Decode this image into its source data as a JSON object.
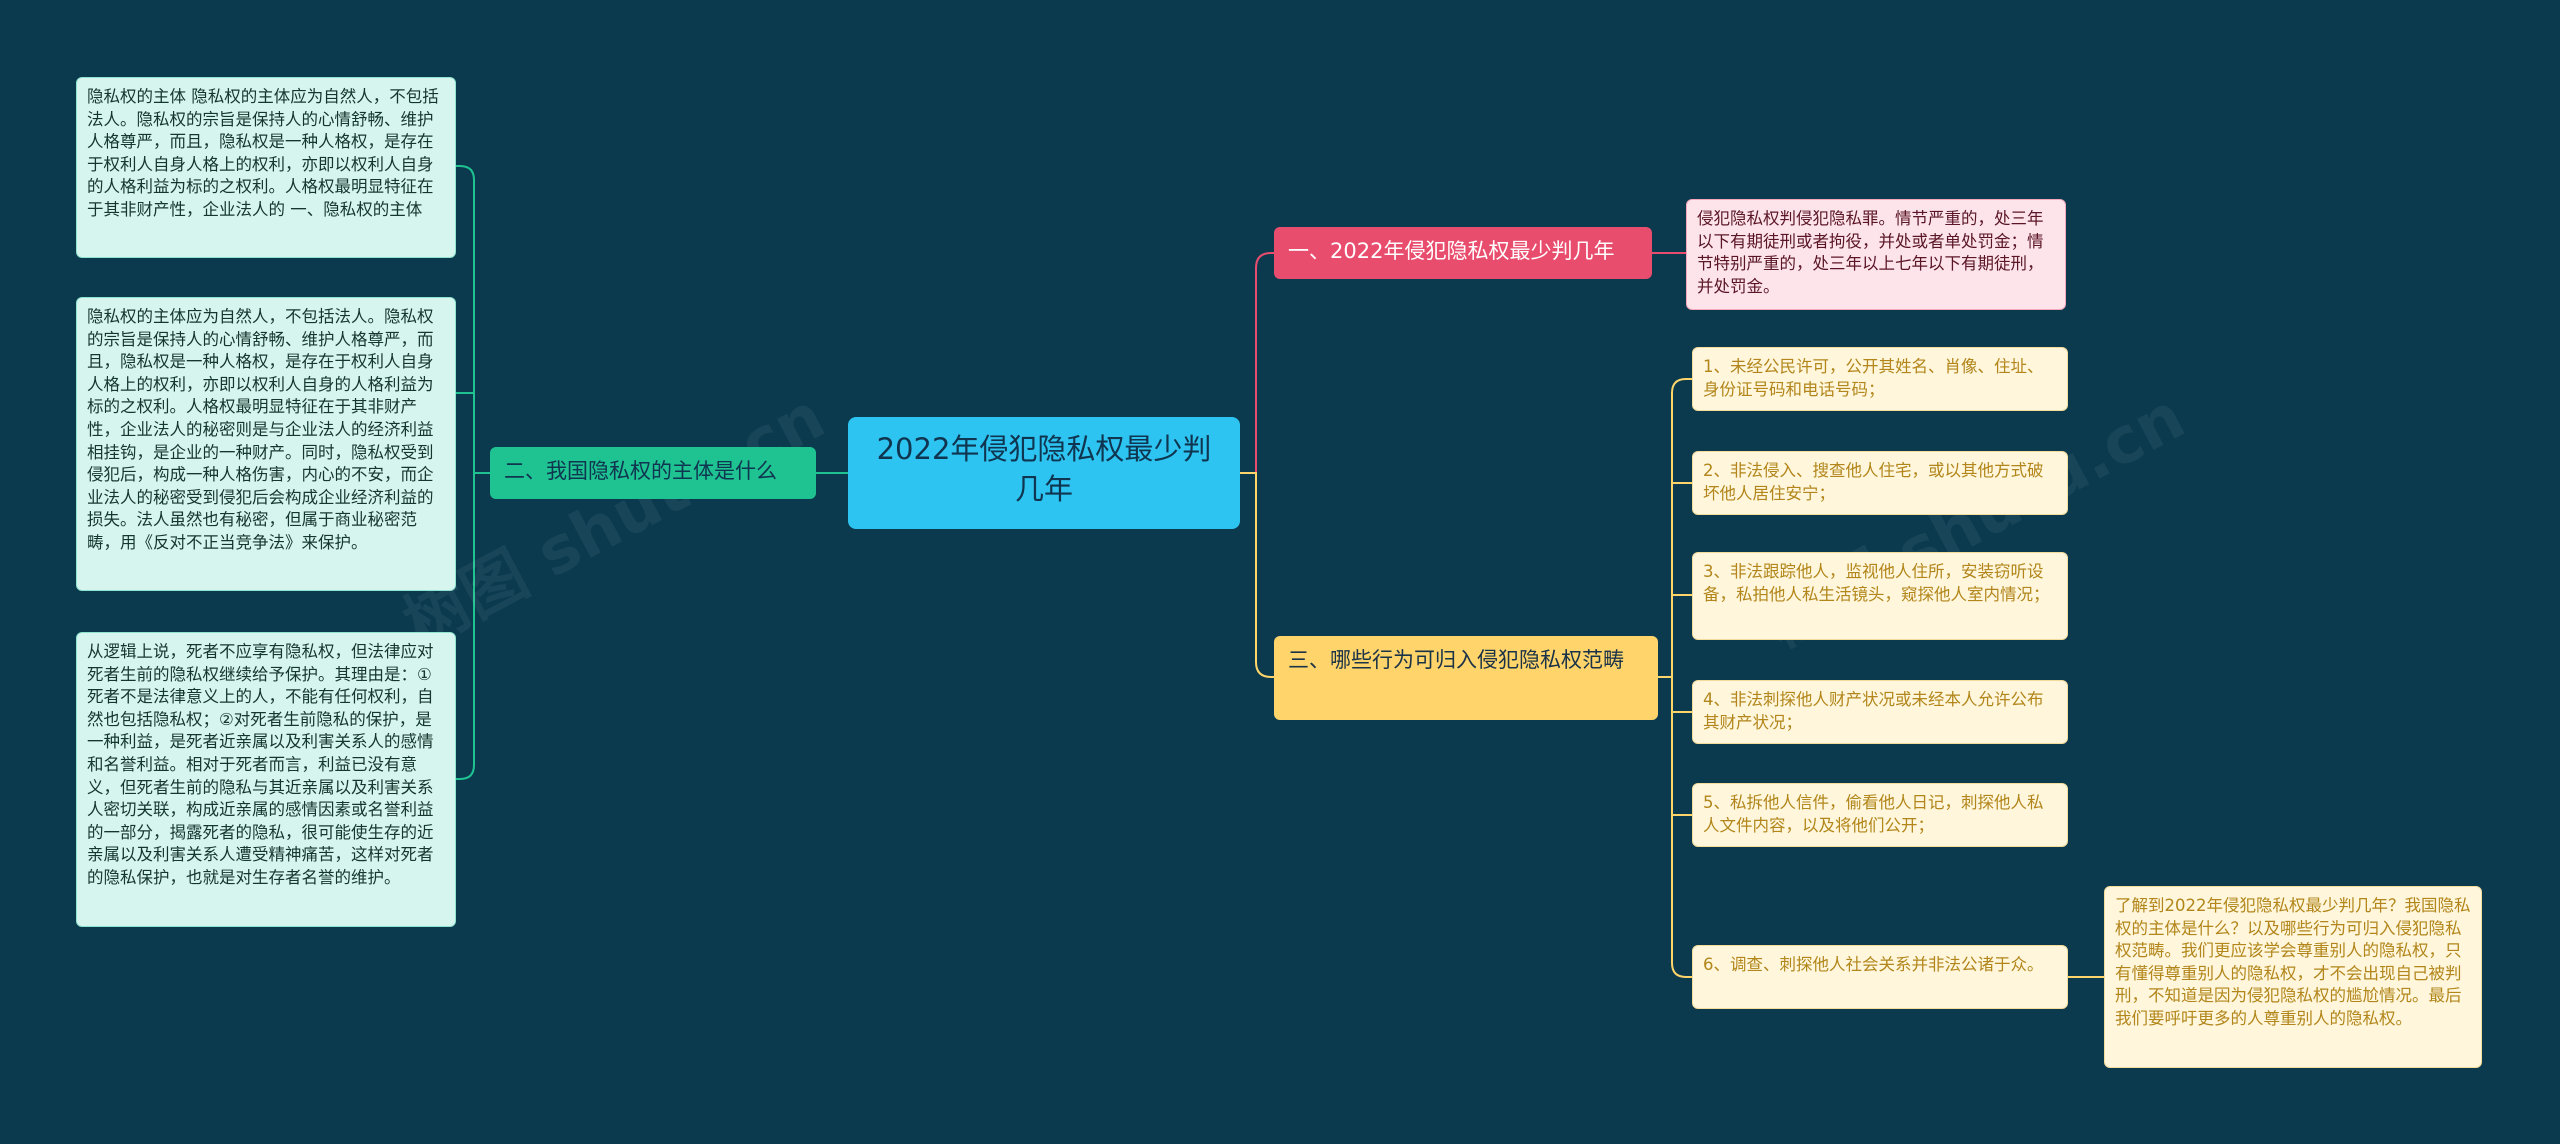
{
  "center": {
    "title": "2022年侵犯隐私权最少判几年"
  },
  "branches": [
    {
      "label": "一、2022年侵犯隐私权最少判几年",
      "color": "#e94d6d",
      "leaves": [
        "侵犯隐私权判侵犯隐私罪。情节严重的，处三年以下有期徒刑或者拘役，并处或者单处罚金；情节特别严重的，处三年以上七年以下有期徒刑，并处罚金。"
      ]
    },
    {
      "label": "二、我国隐私权的主体是什么",
      "color": "#1fc291",
      "leaves": [
        "隐私权的主体 隐私权的主体应为自然人，不包括法人。隐私权的宗旨是保持人的心情舒畅、维护人格尊严，而且，隐私权是一种人格权，是存在于权利人自身人格上的权利，亦即以权利人自身的人格利益为标的之权利。人格权最明显特征在于其非财产性，企业法人的 一、隐私权的主体",
        "隐私权的主体应为自然人，不包括法人。隐私权的宗旨是保持人的心情舒畅、维护人格尊严，而且，隐私权是一种人格权，是存在于权利人自身人格上的权利，亦即以权利人自身的人格利益为标的之权利。人格权最明显特征在于其非财产性，企业法人的秘密则是与企业法人的经济利益相挂钩，是企业的一种财产。同时，隐私权受到侵犯后，构成一种人格伤害，内心的不安，而企业法人的秘密受到侵犯后会构成企业经济利益的损失。法人虽然也有秘密，但属于商业秘密范畴，用《反对不正当竞争法》来保护。",
        "从逻辑上说，死者不应享有隐私权，但法律应对死者生前的隐私权继续给予保护。其理由是：①死者不是法律意义上的人，不能有任何权利，自然也包括隐私权；②对死者生前隐私的保护，是一种利益，是死者近亲属以及利害关系人的感情和名誉利益。相对于死者而言，利益已没有意义，但死者生前的隐私与其近亲属以及利害关系人密切关联，构成近亲属的感情因素或名誉利益的一部分，揭露死者的隐私，很可能使生存的近亲属以及利害关系人遭受精神痛苦，这样对死者的隐私保护，也就是对生存者名誉的维护。"
      ]
    },
    {
      "label": "三、哪些行为可归入侵犯隐私权范畴",
      "color": "#fed46b",
      "leaves": [
        "1、未经公民许可，公开其姓名、肖像、住址、身份证号码和电话号码；",
        "2、非法侵入、搜查他人住宅，或以其他方式破坏他人居住安宁；",
        "3、非法跟踪他人，监视他人住所，安装窃听设备，私拍他人私生活镜头，窥探他人室内情况；",
        "4、非法刺探他人财产状况或未经本人允许公布其财产状况；",
        "5、私拆他人信件，偷看他人日记，刺探他人私人文件内容，以及将他们公开；",
        "6、调查、刺探他人社会关系并非法公诸于众。"
      ],
      "extra": "了解到2022年侵犯隐私权最少判几年？我国隐私权的主体是什么？以及哪些行为可归入侵犯隐私权范畴。我们更应该学会尊重别人的隐私权，只有懂得尊重别人的隐私权，才不会出现自己被判刑，不知道是因为侵犯隐私权的尴尬情况。最后我们要呼吁更多的人尊重别人的隐私权。"
    }
  ],
  "watermarks": [
    "树图 shutu.cn",
    "树图 shutu.cn"
  ],
  "colors": {
    "background": "#0b3a4e",
    "center": "#2ec4f1",
    "pink": "#e94d6d",
    "green": "#1fc291",
    "yellow": "#fed46b"
  }
}
